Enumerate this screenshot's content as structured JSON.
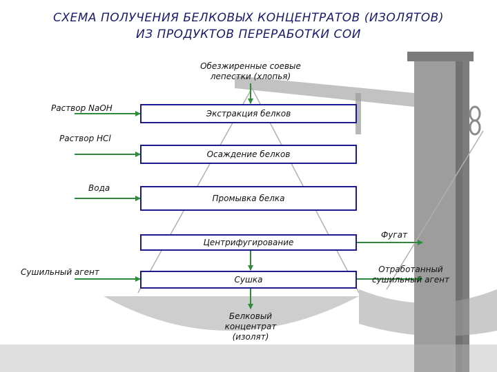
{
  "title": {
    "line1": "СХЕМА ПОЛУЧЕНИЯ БЕЛКОВЫХ КОНЦЕНТРАТОВ (ИЗОЛЯТОВ)",
    "line2": "ИЗ ПРОДУКТОВ ПЕРЕРАБОТКИ СОИ"
  },
  "input_top": {
    "line1": "Обезжиренные соевые",
    "line2": "лепестки (хлопья)"
  },
  "steps": {
    "extraction": "Экстракция белков",
    "precipitation": "Осаждение белков",
    "washing": "Промывка белка",
    "centrifugation": "Центрифугирование",
    "drying": "Сушка"
  },
  "inputs": {
    "naoh": "Раствор NaOH",
    "hcl": "Раствор HCl",
    "water": "Вода",
    "drying_agent": "Сушильный агент"
  },
  "outputs": {
    "fugate": "Фугат",
    "spent_agent_line1": "Отработанный",
    "spent_agent_line2": "сушильный агент",
    "product_line1": "Белковый",
    "product_line2": "концентрат",
    "product_line3": "(изолят)"
  },
  "colors": {
    "title": "#1a1a6e",
    "box_border": "#1a1a8c",
    "arrow": "#2e8b3c",
    "background_scales": "#9a9a9a"
  }
}
